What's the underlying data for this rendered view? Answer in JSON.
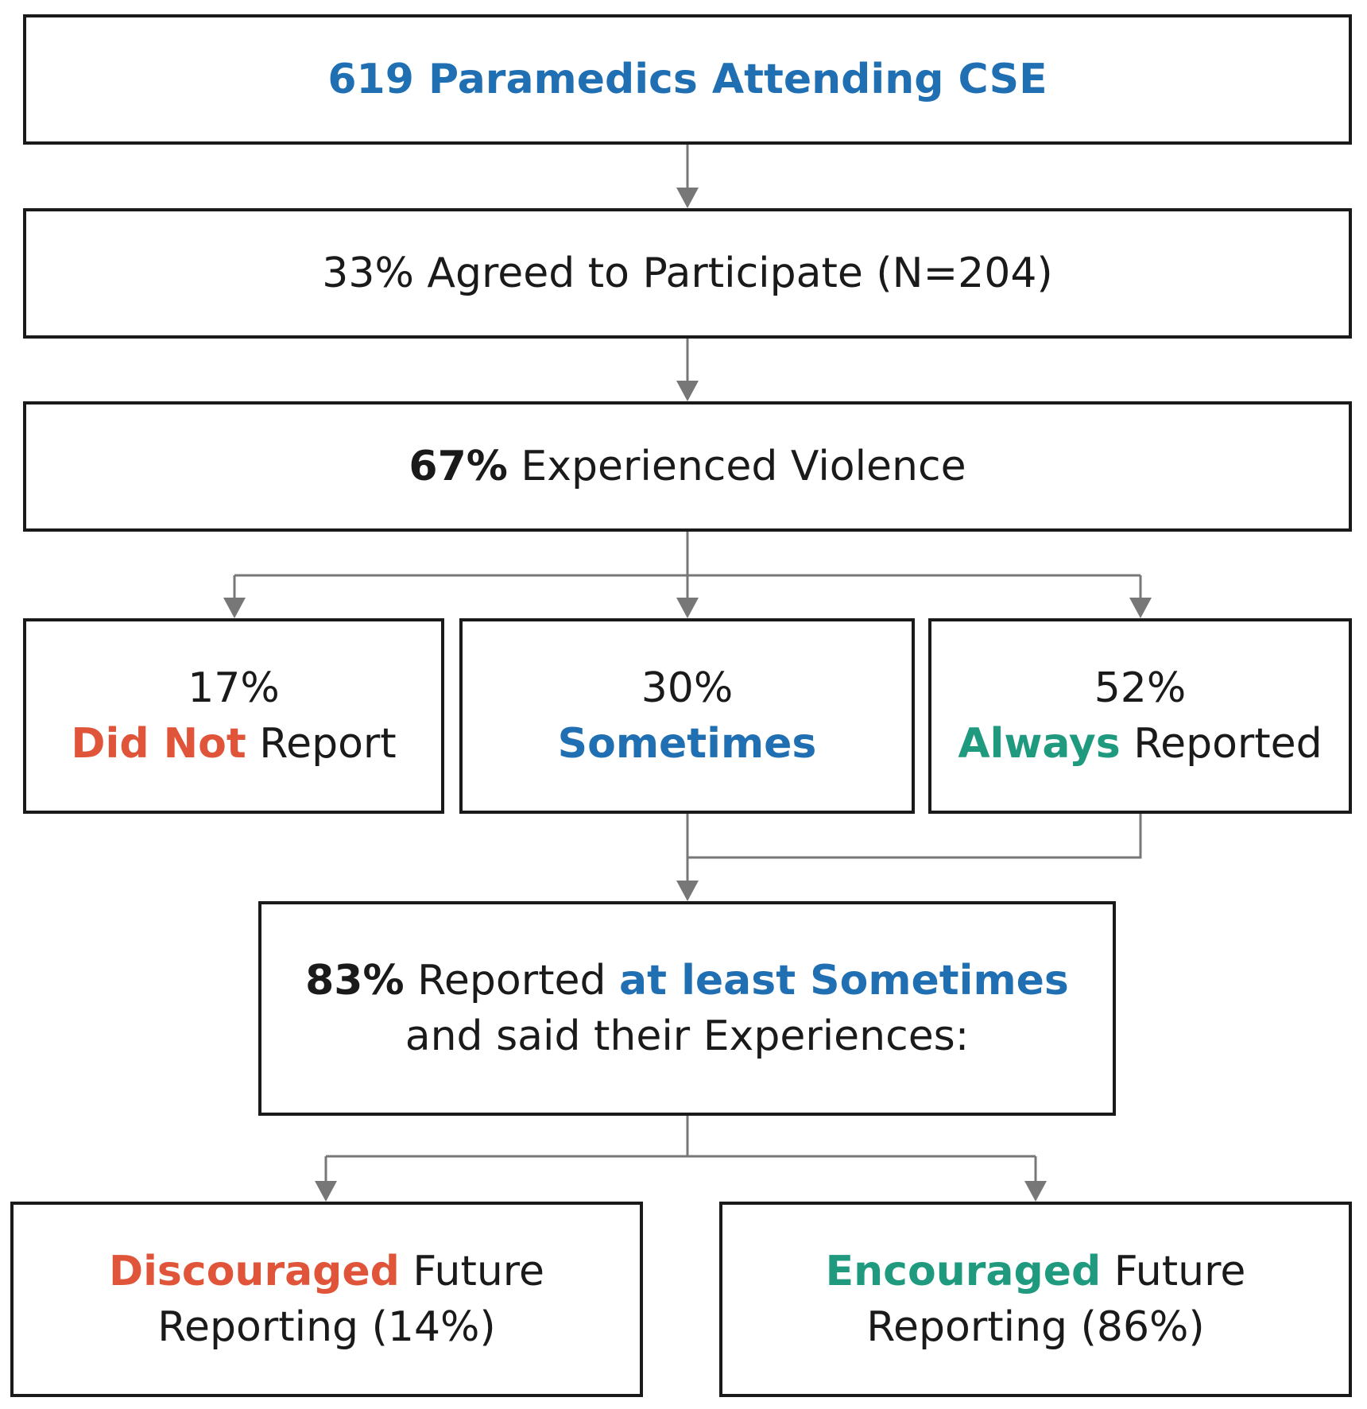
{
  "colors": {
    "blue": "#1f6fb2",
    "orange": "#e0553a",
    "green": "#1f9a7f",
    "text": "#1a1a1a",
    "connector": "#777777"
  },
  "boxes": {
    "total": {
      "label": "619 Paramedics Attending CSE"
    },
    "participate": {
      "label": "33% Agreed to Participate (N=204)"
    },
    "violence": {
      "percent": "67%",
      "label": " Experienced Violence"
    },
    "did_not_report": {
      "percent": "17%",
      "highlight": "Did Not",
      "rest": " Report"
    },
    "sometimes": {
      "percent": "30%",
      "highlight": "Sometimes"
    },
    "always": {
      "percent": "52%",
      "highlight": "Always",
      "rest": " Reported"
    },
    "at_least_sometimes": {
      "percent": "83%",
      "middle": " Reported ",
      "highlight": "at least Sometimes",
      "line2": "and said their Experiences:"
    },
    "discouraged": {
      "highlight": "Discouraged",
      "rest": " Future",
      "line2": "Reporting (14%)"
    },
    "encouraged": {
      "highlight": "Encouraged",
      "rest": " Future",
      "line2": "Reporting (86%)"
    }
  }
}
